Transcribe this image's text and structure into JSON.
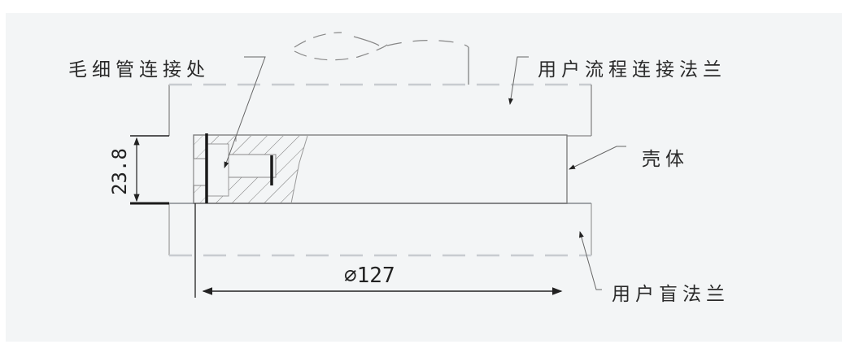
{
  "diagram": {
    "type": "engineering-cross-section",
    "background": "#f3f5f6",
    "line_color": "#555555",
    "labels": {
      "capillary_connection": "毛细管连接处",
      "process_flange": "用户流程连接法兰",
      "housing": "壳体",
      "blind_flange": "用户盲法兰"
    },
    "dimensions": {
      "thickness": "23.8",
      "diameter": "∅127"
    }
  }
}
